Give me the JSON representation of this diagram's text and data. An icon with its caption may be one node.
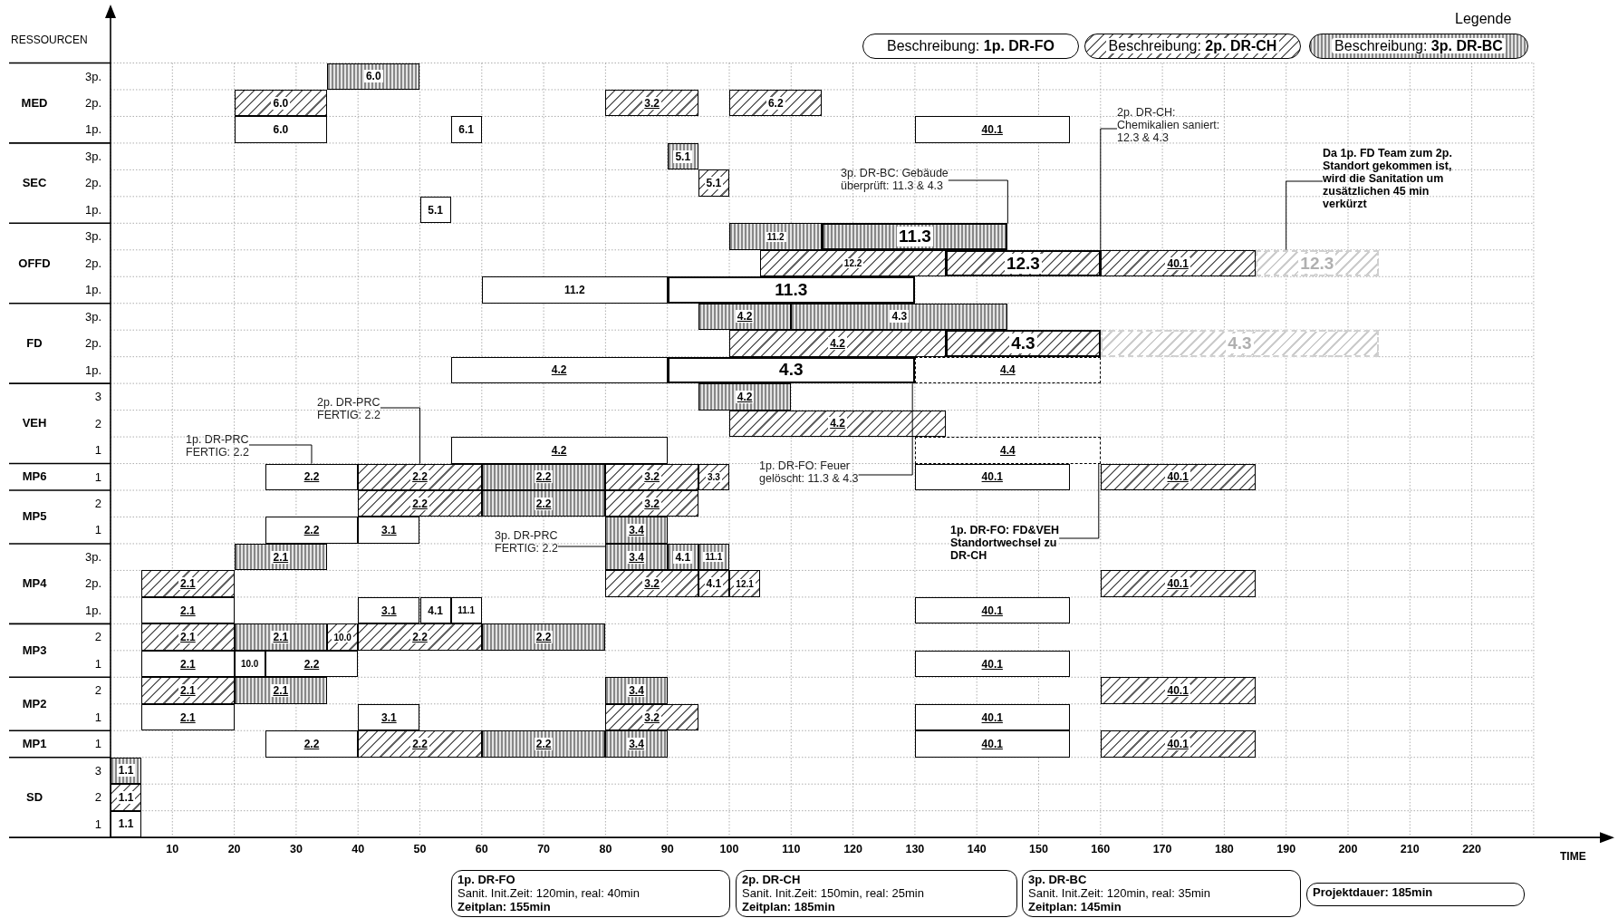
{
  "diagram": {
    "nodes": [
      {
        "text": [
          "6.0"
        ]
      },
      {
        "text": [
          "6.0"
        ]
      },
      {
        "text": [
          "3.2"
        ]
      },
      {
        "text": [
          "6.2"
        ]
      },
      {
        "text": [
          "6.0"
        ]
      },
      {
        "text": [
          "6.1"
        ]
      },
      {
        "text": [
          "40.1"
        ]
      },
      {
        "text": [
          "5.1"
        ]
      },
      {
        "text": [
          "5.1"
        ]
      },
      {
        "text": [
          "5.1"
        ]
      },
      {
        "text": [
          "11.2"
        ]
      },
      {
        "text": [
          "11.3"
        ]
      },
      {
        "text": [
          "12.2"
        ]
      },
      {
        "text": [
          "12.3"
        ]
      },
      {
        "text": [
          "40.1"
        ]
      },
      {
        "text": [
          "12.3"
        ]
      },
      {
        "text": [
          "11.2"
        ]
      },
      {
        "text": [
          "11.3"
        ]
      },
      {
        "text": [
          "4.2"
        ]
      },
      {
        "text": [
          "4.3"
        ]
      },
      {
        "text": [
          "4.2"
        ]
      },
      {
        "text": [
          "4.3"
        ]
      },
      {
        "text": [
          "4.3"
        ]
      },
      {
        "text": [
          "4.2"
        ]
      },
      {
        "text": [
          "4.3"
        ]
      },
      {
        "text": [
          "4.4"
        ]
      },
      {
        "text": [
          "4.2"
        ]
      },
      {
        "text": [
          "4.2"
        ]
      },
      {
        "text": [
          "4.2"
        ]
      },
      {
        "text": [
          "4.4"
        ]
      },
      {
        "text": [
          "2.2"
        ]
      },
      {
        "text": [
          "2.2"
        ]
      },
      {
        "text": [
          "2.2"
        ]
      },
      {
        "text": [
          "3.2"
        ]
      },
      {
        "text": [
          "3.3"
        ]
      },
      {
        "text": [
          "40.1"
        ]
      },
      {
        "text": [
          "40.1"
        ]
      },
      {
        "text": [
          "2.2"
        ]
      },
      {
        "text": [
          "2.2"
        ]
      },
      {
        "text": [
          "3.2"
        ]
      },
      {
        "text": [
          "2.2"
        ]
      },
      {
        "text": [
          "3.1"
        ]
      },
      {
        "text": [
          "3.4"
        ]
      },
      {
        "text": [
          "2.1"
        ]
      },
      {
        "text": [
          "3.4"
        ]
      },
      {
        "text": [
          "4.1"
        ]
      },
      {
        "text": [
          "11.1"
        ]
      },
      {
        "text": [
          "2.1"
        ]
      },
      {
        "text": [
          "3.2"
        ]
      },
      {
        "text": [
          "4.1"
        ]
      },
      {
        "text": [
          "12.1"
        ]
      },
      {
        "text": [
          "40.1"
        ]
      },
      {
        "text": [
          "2.1"
        ]
      },
      {
        "text": [
          "3.1"
        ]
      },
      {
        "text": [
          "4.1"
        ]
      },
      {
        "text": [
          "11.1"
        ]
      },
      {
        "text": [
          "40.1"
        ]
      },
      {
        "text": [
          "2.1"
        ]
      },
      {
        "text": [
          "2.1"
        ]
      },
      {
        "text": [
          "10.0"
        ]
      },
      {
        "text": [
          "2.2"
        ]
      },
      {
        "text": [
          "2.2"
        ]
      },
      {
        "text": [
          "2.1"
        ]
      },
      {
        "text": [
          "10.0"
        ]
      },
      {
        "text": [
          "2.2"
        ]
      },
      {
        "text": [
          "40.1"
        ]
      },
      {
        "text": [
          "2.1"
        ]
      },
      {
        "text": [
          "2.1"
        ]
      },
      {
        "text": [
          "3.4"
        ]
      },
      {
        "text": [
          "40.1"
        ]
      },
      {
        "text": [
          "2.1"
        ]
      },
      {
        "text": [
          "3.1"
        ]
      },
      {
        "text": [
          "3.2"
        ]
      },
      {
        "text": [
          "40.1"
        ]
      },
      {
        "text": [
          "2.2"
        ]
      },
      {
        "text": [
          "2.2"
        ]
      },
      {
        "text": [
          "2.2"
        ]
      },
      {
        "text": [
          "3.4"
        ]
      },
      {
        "text": [
          "40.1"
        ]
      },
      {
        "text": [
          "40.1"
        ]
      },
      {
        "text": [
          "1.1"
        ]
      },
      {
        "text": [
          "1.1"
        ]
      },
      {
        "text": [
          "1.1"
        ]
      },
      {
        "text": [
          "1p. DR-PRC FERTIG: 2.2"
        ]
      },
      {
        "text": [
          "2p. DR-PRC FERTIG: 2.2"
        ]
      },
      {
        "text": [
          "3p. DR-PRC FERTIG: 2.2"
        ]
      },
      {
        "text": [
          "3p. DR-BC: Gebäude überprüft: 11.3 & 4.3"
        ]
      },
      {
        "text": [
          "2p. DR-CH: Chemikalien saniert: 12.3 & 4.3"
        ]
      },
      {
        "text": [
          "Da 1p. FD Team zum 2p. Standort gekommen ist, wird die Sanitation um zusätzlichen 45 min verkürzt"
        ]
      },
      {
        "text": [
          "1p. DR-FO: Feuer gelöscht: 11.3 & 4.3"
        ]
      },
      {
        "text": [
          "1p. DR-FO: FD&VEH Standortwechsel zu DR-CH"
        ]
      },
      {
        "text": [
          "1p. DR-FO",
          "Sanit. Init.Zeit: 120min, real: 40min",
          "Zeitplan: 155min"
        ]
      },
      {
        "text": [
          "2p. DR-CH",
          "Sanit. Init.Zeit: 150min, real: 25min",
          "Zeitplan: 185min"
        ]
      },
      {
        "text": [
          "3p. DR-BC",
          "Sanit. Init.Zeit: 120min, real: 35min",
          "Zeitplan: 145min"
        ]
      },
      {
        "text": [
          "Projektdauer: 185min"
        ]
      }
    ],
    "edges": [
      {
        "from": 83,
        "to": 30,
        "arrow": "none"
      },
      {
        "from": 84,
        "to": 31,
        "arrow": "none"
      },
      {
        "from": 85,
        "to": 44,
        "arrow": "none"
      },
      {
        "from": 86,
        "to": 11,
        "arrow": "none"
      },
      {
        "from": 87,
        "to": 13,
        "arrow": "none"
      },
      {
        "from": 88,
        "to": 15,
        "arrow": "none"
      },
      {
        "from": 89,
        "to": 24,
        "arrow": "none"
      },
      {
        "from": 90,
        "to": 29,
        "arrow": "none"
      }
    ],
    "labels": [
      "Legende",
      "RESSOURCEN",
      "MED",
      "3p.",
      "2p.",
      "1p.",
      "SEC",
      "3p.",
      "2p.",
      "1p.",
      "OFFD",
      "3p.",
      "2p.",
      "1p.",
      "FD",
      "3p.",
      "2p.",
      "1p.",
      "VEH",
      "3",
      "2",
      "1",
      "MP6",
      "1",
      "MP5",
      "2",
      "1",
      "MP4",
      "3p.",
      "2p.",
      "1p.",
      "MP3",
      "2",
      "1",
      "MP2",
      "2",
      "1",
      "MP1",
      "1",
      "SD",
      "3",
      "2",
      "1",
      "10",
      "20",
      "30",
      "40",
      "50",
      "60",
      "70",
      "80",
      "90",
      "100",
      "110",
      "120",
      "130",
      "140",
      "150",
      "160",
      "170",
      "180",
      "190",
      "200",
      "210",
      "220",
      "TIME"
    ],
    "legend": [
      {
        "text": "Beschreibung: **1p. DR-FO**"
      },
      {
        "text": "Beschreibung: **2p. DR-CH**"
      },
      {
        "text": "Beschreibung: **3p. DR-BC**"
      }
    ]
  }
}
